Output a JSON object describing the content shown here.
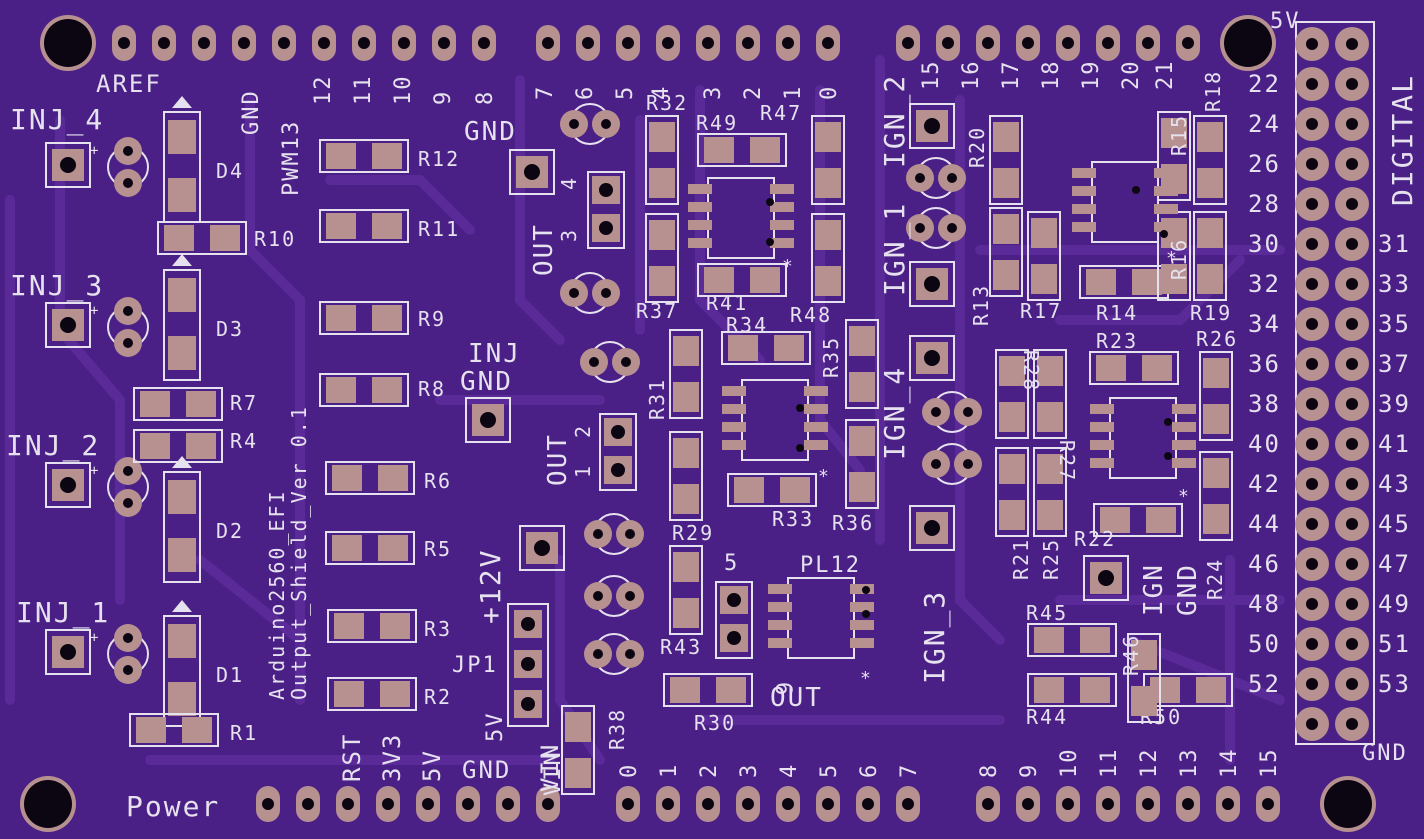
{
  "board": {
    "title_line1": "Arduino2560_EFI",
    "title_line2": "Output_Shield_Ver 0.1",
    "colors": {
      "substrate": "#4a1f86",
      "trace": "#5a2a99",
      "pad": "#b6918f",
      "silk": "#e6e1ee",
      "hole": "#0b0612"
    }
  },
  "header_labels": {
    "top_left": [
      "AREF",
      "GND",
      "PWM13",
      "12",
      "11",
      "10",
      "9",
      "8"
    ],
    "top_mid": [
      "7",
      "6",
      "5",
      "4",
      "3",
      "2",
      "1",
      "0"
    ],
    "top_right": [
      "15",
      "16",
      "17",
      "18",
      "19",
      "20",
      "21"
    ],
    "bottom_left_power": "Power",
    "bottom_left": [
      "RST",
      "3V3",
      "5V",
      "GND",
      "VIN"
    ],
    "bottom_mid": [
      "0",
      "1",
      "2",
      "3",
      "4",
      "5",
      "6",
      "7"
    ],
    "bottom_right": [
      "8",
      "9",
      "10",
      "11",
      "12",
      "13",
      "14",
      "15"
    ],
    "digital_title": "DIGITAL",
    "digital_5v": "5V",
    "digital_gnd": "GND",
    "digital_left": [
      "22",
      "24",
      "26",
      "28",
      "30",
      "32",
      "34",
      "36",
      "38",
      "40",
      "42",
      "44",
      "46",
      "48",
      "50",
      "52"
    ],
    "digital_right": [
      "31",
      "33",
      "35",
      "37",
      "39",
      "41",
      "43",
      "45",
      "47",
      "49",
      "51",
      "53"
    ]
  },
  "injectors": [
    "INJ_4",
    "INJ_3",
    "INJ_2",
    "INJ_1"
  ],
  "ignition": [
    "IGN_2",
    "IGN_1",
    "IGN_4",
    "IGN_3"
  ],
  "misc_labels": {
    "gnd": "GND",
    "inj_gnd": [
      "INJ",
      "GND"
    ],
    "ign_gnd": [
      "IGN",
      "GND"
    ],
    "plus12v": "+12V",
    "jp1": "JP1",
    "jp_5v": "5V",
    "jp_vin": "VIN",
    "out": "OUT",
    "out_4": "4",
    "out_3": "3",
    "out_2": "2",
    "out_1": "1",
    "out_5": "5",
    "out_6": "6",
    "pl12": "PL12",
    "plus": "+",
    "minus": "-",
    "star": "*"
  },
  "diodes": [
    "D4",
    "D3",
    "D2",
    "D1"
  ],
  "resistors": [
    "R1",
    "R2",
    "R3",
    "R4",
    "R5",
    "R6",
    "R7",
    "R8",
    "R9",
    "R10",
    "R11",
    "R12",
    "R13",
    "R14",
    "R15",
    "R16",
    "R17",
    "R18",
    "R19",
    "R20",
    "R21",
    "R22",
    "R23",
    "R24",
    "R25",
    "R26",
    "R27",
    "R28",
    "R29",
    "R30",
    "R31",
    "R32",
    "R33",
    "R34",
    "R35",
    "R36",
    "R37",
    "R38",
    "R41",
    "R43",
    "R44",
    "R45",
    "R46",
    "R47",
    "R48",
    "R49",
    "R50"
  ]
}
